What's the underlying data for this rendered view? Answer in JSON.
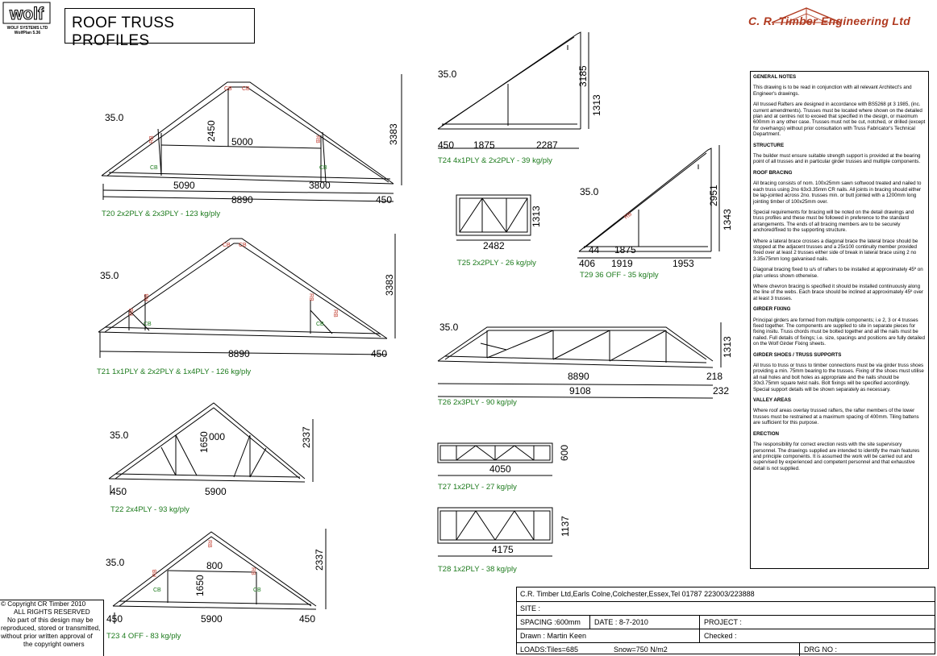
{
  "title": "ROOF TRUSS PROFILES",
  "logo": {
    "mark": "wolf",
    "line1": "WOLF SYSTEMS LTD",
    "line2": "WolfPlan 5.36"
  },
  "company_logo": "C. R. Timber Engineering Ltd",
  "colors": {
    "caption": "#1c7a1c",
    "tag": "#c0392b",
    "company": "#b03a20",
    "line": "#000000"
  },
  "trusses": {
    "t20": {
      "caption": "T20  2x2PLY  &  2x3PLY - 123 kg/ply",
      "pitch": "35.0",
      "dims": [
        "2450",
        "5000",
        "3383",
        "5090",
        "3800",
        "8890",
        "450"
      ],
      "tags": [
        "CB",
        "CB",
        "RB",
        "RB",
        "CB",
        "CB"
      ]
    },
    "t21": {
      "caption": "T21  1x1PLY  &  2x2PLY  &  1x4PLY - 126 kg/ply",
      "pitch": "35.0",
      "dims": [
        "3383",
        "8890",
        "450"
      ],
      "tags": [
        "CB",
        "CB",
        "RB",
        "RB",
        "RB",
        "CB",
        "CB",
        "RB"
      ]
    },
    "t22": {
      "caption": "T22  2x4PLY - 93 kg/ply",
      "pitch": "35.0",
      "dims": [
        "1650",
        "000",
        "2337",
        "450",
        "5900"
      ]
    },
    "t23": {
      "caption": "T23  4 OFF - 83 kg/ply",
      "pitch": "35.0",
      "dims": [
        "1650",
        "800",
        "2337",
        "450",
        "5900",
        "450"
      ],
      "tags": [
        "RB",
        "RB",
        "RB",
        "CB",
        "CB"
      ]
    },
    "t24": {
      "caption": "T24  4x1PLY  &  2x2PLY - 39 kg/ply",
      "pitch": "35.0",
      "dims": [
        "3185",
        "1313",
        "450",
        "1875",
        "2287"
      ]
    },
    "t25": {
      "caption": "T25  2x2PLY - 26 kg/ply",
      "dims": [
        "1313",
        "2482"
      ]
    },
    "t29": {
      "caption": "T29  36 OFF - 35 kg/ply",
      "pitch": "35.0",
      "dims": [
        "2951",
        "1343",
        "44",
        "1875",
        "406",
        "1919",
        "1953"
      ],
      "tags": [
        "RB"
      ]
    },
    "t26": {
      "caption": "T26  2x3PLY - 90 kg/ply",
      "pitch": "35.0",
      "dims": [
        "1313",
        "8890",
        "218",
        "9108",
        "232"
      ]
    },
    "t27": {
      "caption": "T27  1x2PLY - 27 kg/ply",
      "dims": [
        "600",
        "4050"
      ]
    },
    "t28": {
      "caption": "T28  1x2PLY - 38 kg/ply",
      "dims": [
        "1137",
        "4175"
      ]
    }
  },
  "notes": [
    {
      "heading": "GENERAL NOTES",
      "paras": [
        "This drawing is to be read in conjunction with all relevant Architect's and Engineer's drawings.",
        "All trussed Rafters are designed in accordance with BS5268 pt 3 1985, (inc. current amendments). Trusses must be located where shown on the detailed plan and at centres not to exceed that specified in the design, or maximum 600mm in any other case. Trusses must not be cut, notched, or drilled (except for overhangs) without prior consultation with Truss Fabricator's Technical Department."
      ]
    },
    {
      "heading": "STRUCTURE",
      "paras": [
        "The builder must ensure suitable strength support is provided at the bearing point of all trusses and in particular girder trusses and multiple components."
      ]
    },
    {
      "heading": "ROOF BRACING",
      "paras": [
        "All bracing consists of nom. 100x25mm sawn softwood treated and nailed to each truss using 2no 63x3.35mm CR nails. All joints in bracing should either be lap-jointed across 2no. trusses min. or butt jointed with a 1200mm long jointing timber of 100x25mm over.",
        "Special requirements for bracing will be noted on the detail drawings and truss profiles and these must be followed in preference to the standard arrangements. The ends of all bracing members are to be securely anchored/fixed to the supporting structure.",
        "Where a lateral brace crosses a diagonal brace the lateral brace should be stopped at the adjacent trusses and a 25x100 continuity member provided fixed over at least 2 trusses either side of break in lateral brace using 2 no 3.35x75mm long galvanised nails.",
        "Diagonal bracing fixed to u/s of rafters to be installed at approximately 45º on plan unless shown otherwise.",
        "Where chevron bracing is specified it should be installed continuously along the line of the webs. Each brace should be inclined at approximately 45º over at least 3 trusses."
      ]
    },
    {
      "heading": "GIRDER FIXING",
      "paras": [
        "Principal girders are formed from multiple components; i.e 2, 3 or 4 trusses fixed together. The components are supplied to site in separate pieces for fixing insitu. Truss chords must be bolted together and all the nails must be nailed. Full details of fixings; i.e. size, spacings and positions are fully detailed on the Wolf Girder Fixing sheets."
      ]
    },
    {
      "heading": "GIRDER SHOES / TRUSS SUPPORTS",
      "paras": [
        "All truss to truss or truss to timber connections must be via girder truss shoes providing a min. 75mm bearing to the trusses. Fixing of the shoes must utilise all nail holes and bolt holes as appropriate and the nails should be 30x3.75mm square twist nails. Bolt fixings will be specified accordingly. Special support details will be shown separately as necessary."
      ]
    },
    {
      "heading": "VALLEY AREAS",
      "paras": [
        "Where roof areas overlay trussed rafters, the rafter members of the lower trusses must be restrained at a maximum spacing of 400mm. Tiling battens are sufficient for this purpose."
      ]
    },
    {
      "heading": "ERECTION",
      "paras": [
        "The responsibility for correct erection rests with the site supervisory personnel. The drawings supplied are intended to identify the main features and principle components. It is assumed the work will be carried out and supervised by experienced and competent personnel and that exhaustive detail is not supplied."
      ]
    }
  ],
  "copyright": [
    "© Copyright CR Timber 2010",
    "ALL RIGHTS RESERVED",
    "No part of this design may be",
    "reproduced, stored or transmitted,",
    "without prior written approval of",
    "the copyright owners"
  ],
  "title_block": {
    "address": "C.R. Timber Ltd,Earls Colne,Colchester,Essex,Tel 01787 223003/223888",
    "site": "SITE :",
    "spacing": "SPACING :600mm",
    "date": "DATE : 8-7-2010",
    "project": "PROJECT :",
    "drawn": "Drawn : Martin Keen",
    "checked": "Checked :",
    "loads": "LOADS:Tiles=685",
    "snow": "Snow=750 N/m2",
    "drg": "DRG NO :"
  }
}
